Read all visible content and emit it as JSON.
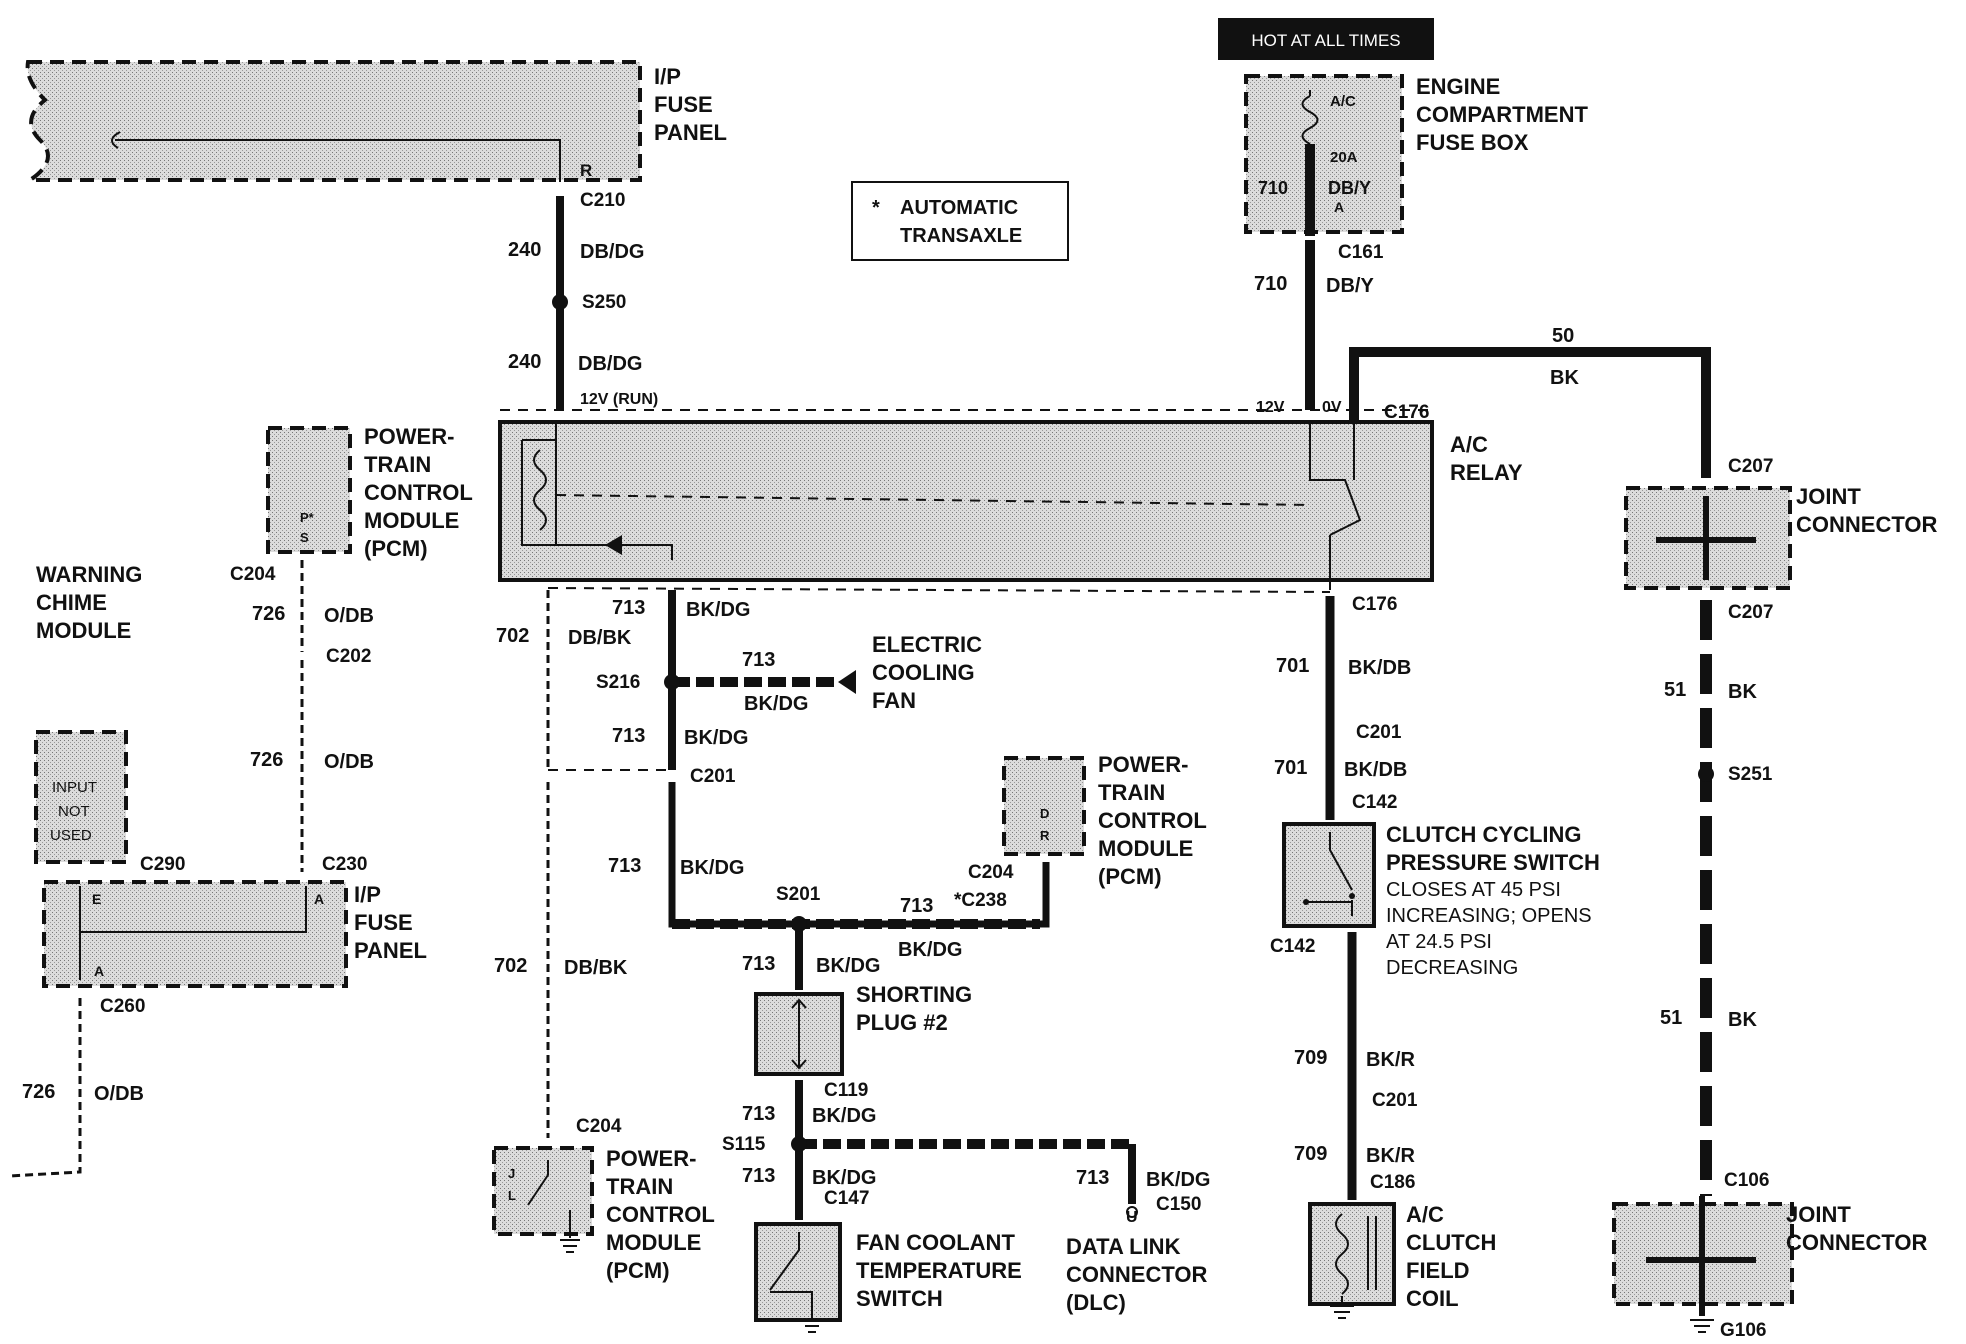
{
  "hot_banner": "HOT AT ALL TIMES",
  "note": {
    "marker": "*",
    "line1": "AUTOMATIC",
    "line2": "TRANSAXLE"
  },
  "components": {
    "ip_fuse_panel_top": [
      "I/P",
      "FUSE",
      "PANEL"
    ],
    "ip_fuse_panel_bottom": [
      "I/P",
      "FUSE",
      "PANEL"
    ],
    "engine_fuse_box": [
      "ENGINE",
      "COMPARTMENT",
      "FUSE BOX"
    ],
    "ac_relay": [
      "A/C",
      "RELAY"
    ],
    "joint_connector_top": [
      "JOINT",
      "CONNECTOR"
    ],
    "joint_connector_bottom": [
      "JOINT",
      "CONNECTOR"
    ],
    "pcm_upper_left": [
      "POWER-",
      "TRAIN",
      "CONTROL",
      "MODULE",
      "(PCM)"
    ],
    "pcm_mid_right": [
      "POWER-",
      "TRAIN",
      "CONTROL",
      "MODULE",
      "(PCM)"
    ],
    "pcm_bottom": [
      "POWER-",
      "TRAIN",
      "CONTROL",
      "MODULE",
      "(PCM)"
    ],
    "warning_chime": [
      "WARNING",
      "CHIME",
      "MODULE"
    ],
    "input_not_used": [
      "INPUT",
      "NOT",
      "USED"
    ],
    "electric_fan": [
      "ELECTRIC",
      "COOLING",
      "FAN"
    ],
    "shorting_plug": [
      "SHORTING",
      "PLUG #2"
    ],
    "fan_coolant_switch": [
      "FAN COOLANT",
      "TEMPERATURE",
      "SWITCH"
    ],
    "dlc": [
      "DATA LINK",
      "CONNECTOR",
      "(DLC)"
    ],
    "clutch_cycling": [
      "CLUTCH CYCLING",
      "PRESSURE SWITCH",
      "CLOSES AT 45 PSI",
      "INCREASING; OPENS",
      "AT 24.5 PSI",
      "DECREASING"
    ],
    "ac_clutch_coil": [
      "A/C",
      "CLUTCH",
      "FIELD",
      "COIL"
    ]
  },
  "fuse": {
    "name": "A/C",
    "rating": "20A"
  },
  "connectors": {
    "c210": "C210",
    "c161": "C161",
    "c176_top": "C176",
    "c176_bottom": "C176",
    "c207_top": "C207",
    "c207_bottom": "C207",
    "c204_left": "C204",
    "c202": "C202",
    "c290": "C290",
    "c230": "C230",
    "c260": "C260",
    "c201_mid": "C201",
    "c201_right": "C201",
    "c142_top": "C142",
    "c142_bottom": "C142",
    "c201_lower_right": "C201",
    "c186": "C186",
    "c106": "C106",
    "g106": "G106",
    "c204_mid": "C204",
    "c238": "*C238",
    "c119": "C119",
    "c147": "C147",
    "c150": "C150",
    "c204_bottom": "C204"
  },
  "splices": {
    "s250": "S250",
    "s216": "S216",
    "s201": "S201",
    "s115": "S115",
    "s251": "S251"
  },
  "wires": {
    "w240a": {
      "circuit": "240",
      "color": "DB/DG"
    },
    "w240b": {
      "circuit": "240",
      "color": "DB/DG"
    },
    "w710_box": {
      "circuit": "710",
      "color": "DB/Y"
    },
    "w710": {
      "circuit": "710",
      "color": "DB/Y"
    },
    "w50": {
      "circuit": "50",
      "color": "BK"
    },
    "w726a": {
      "circuit": "726",
      "color": "O/DB"
    },
    "w726b": {
      "circuit": "726",
      "color": "O/DB"
    },
    "w726c": {
      "circuit": "726",
      "color": "O/DB"
    },
    "w702a": {
      "circuit": "702",
      "color": "DB/BK"
    },
    "w702b": {
      "circuit": "702",
      "color": "DB/BK"
    },
    "w713a": {
      "circuit": "713",
      "color": "BK/DG"
    },
    "w713fan": {
      "circuit": "713",
      "color": "BK/DG"
    },
    "w713b": {
      "circuit": "713",
      "color": "BK/DG"
    },
    "w713c": {
      "circuit": "713",
      "color": "BK/DG"
    },
    "w713pcm": {
      "circuit": "713",
      "color": "BK/DG"
    },
    "w713d": {
      "circuit": "713",
      "color": "BK/DG"
    },
    "w713e": {
      "circuit": "713",
      "color": "BK/DG"
    },
    "w713f": {
      "circuit": "713",
      "color": "BK/DG"
    },
    "w713dlc": {
      "circuit": "713",
      "color": "BK/DG"
    },
    "w701a": {
      "circuit": "701",
      "color": "BK/DB"
    },
    "w701b": {
      "circuit": "701",
      "color": "BK/DB"
    },
    "w709a": {
      "circuit": "709",
      "color": "BK/R"
    },
    "w709b": {
      "circuit": "709",
      "color": "BK/R"
    },
    "w51a": {
      "circuit": "51",
      "color": "BK"
    },
    "w51b": {
      "circuit": "51",
      "color": "BK"
    }
  },
  "voltages": {
    "run": "12V (RUN)",
    "v12": "12V",
    "v0": "0V"
  },
  "pins": {
    "ipf_r": "R",
    "pcm_s_star": "P*",
    "pcm_s": "S",
    "fuse_a": "A",
    "ipf2_e": "E",
    "ipf2_a": "A",
    "ipf2_a2": "A",
    "pcm2_d": "D",
    "pcm2_r": "R",
    "dlc_u": "U",
    "pcm3_j": "J",
    "pcm3_l": "L"
  }
}
